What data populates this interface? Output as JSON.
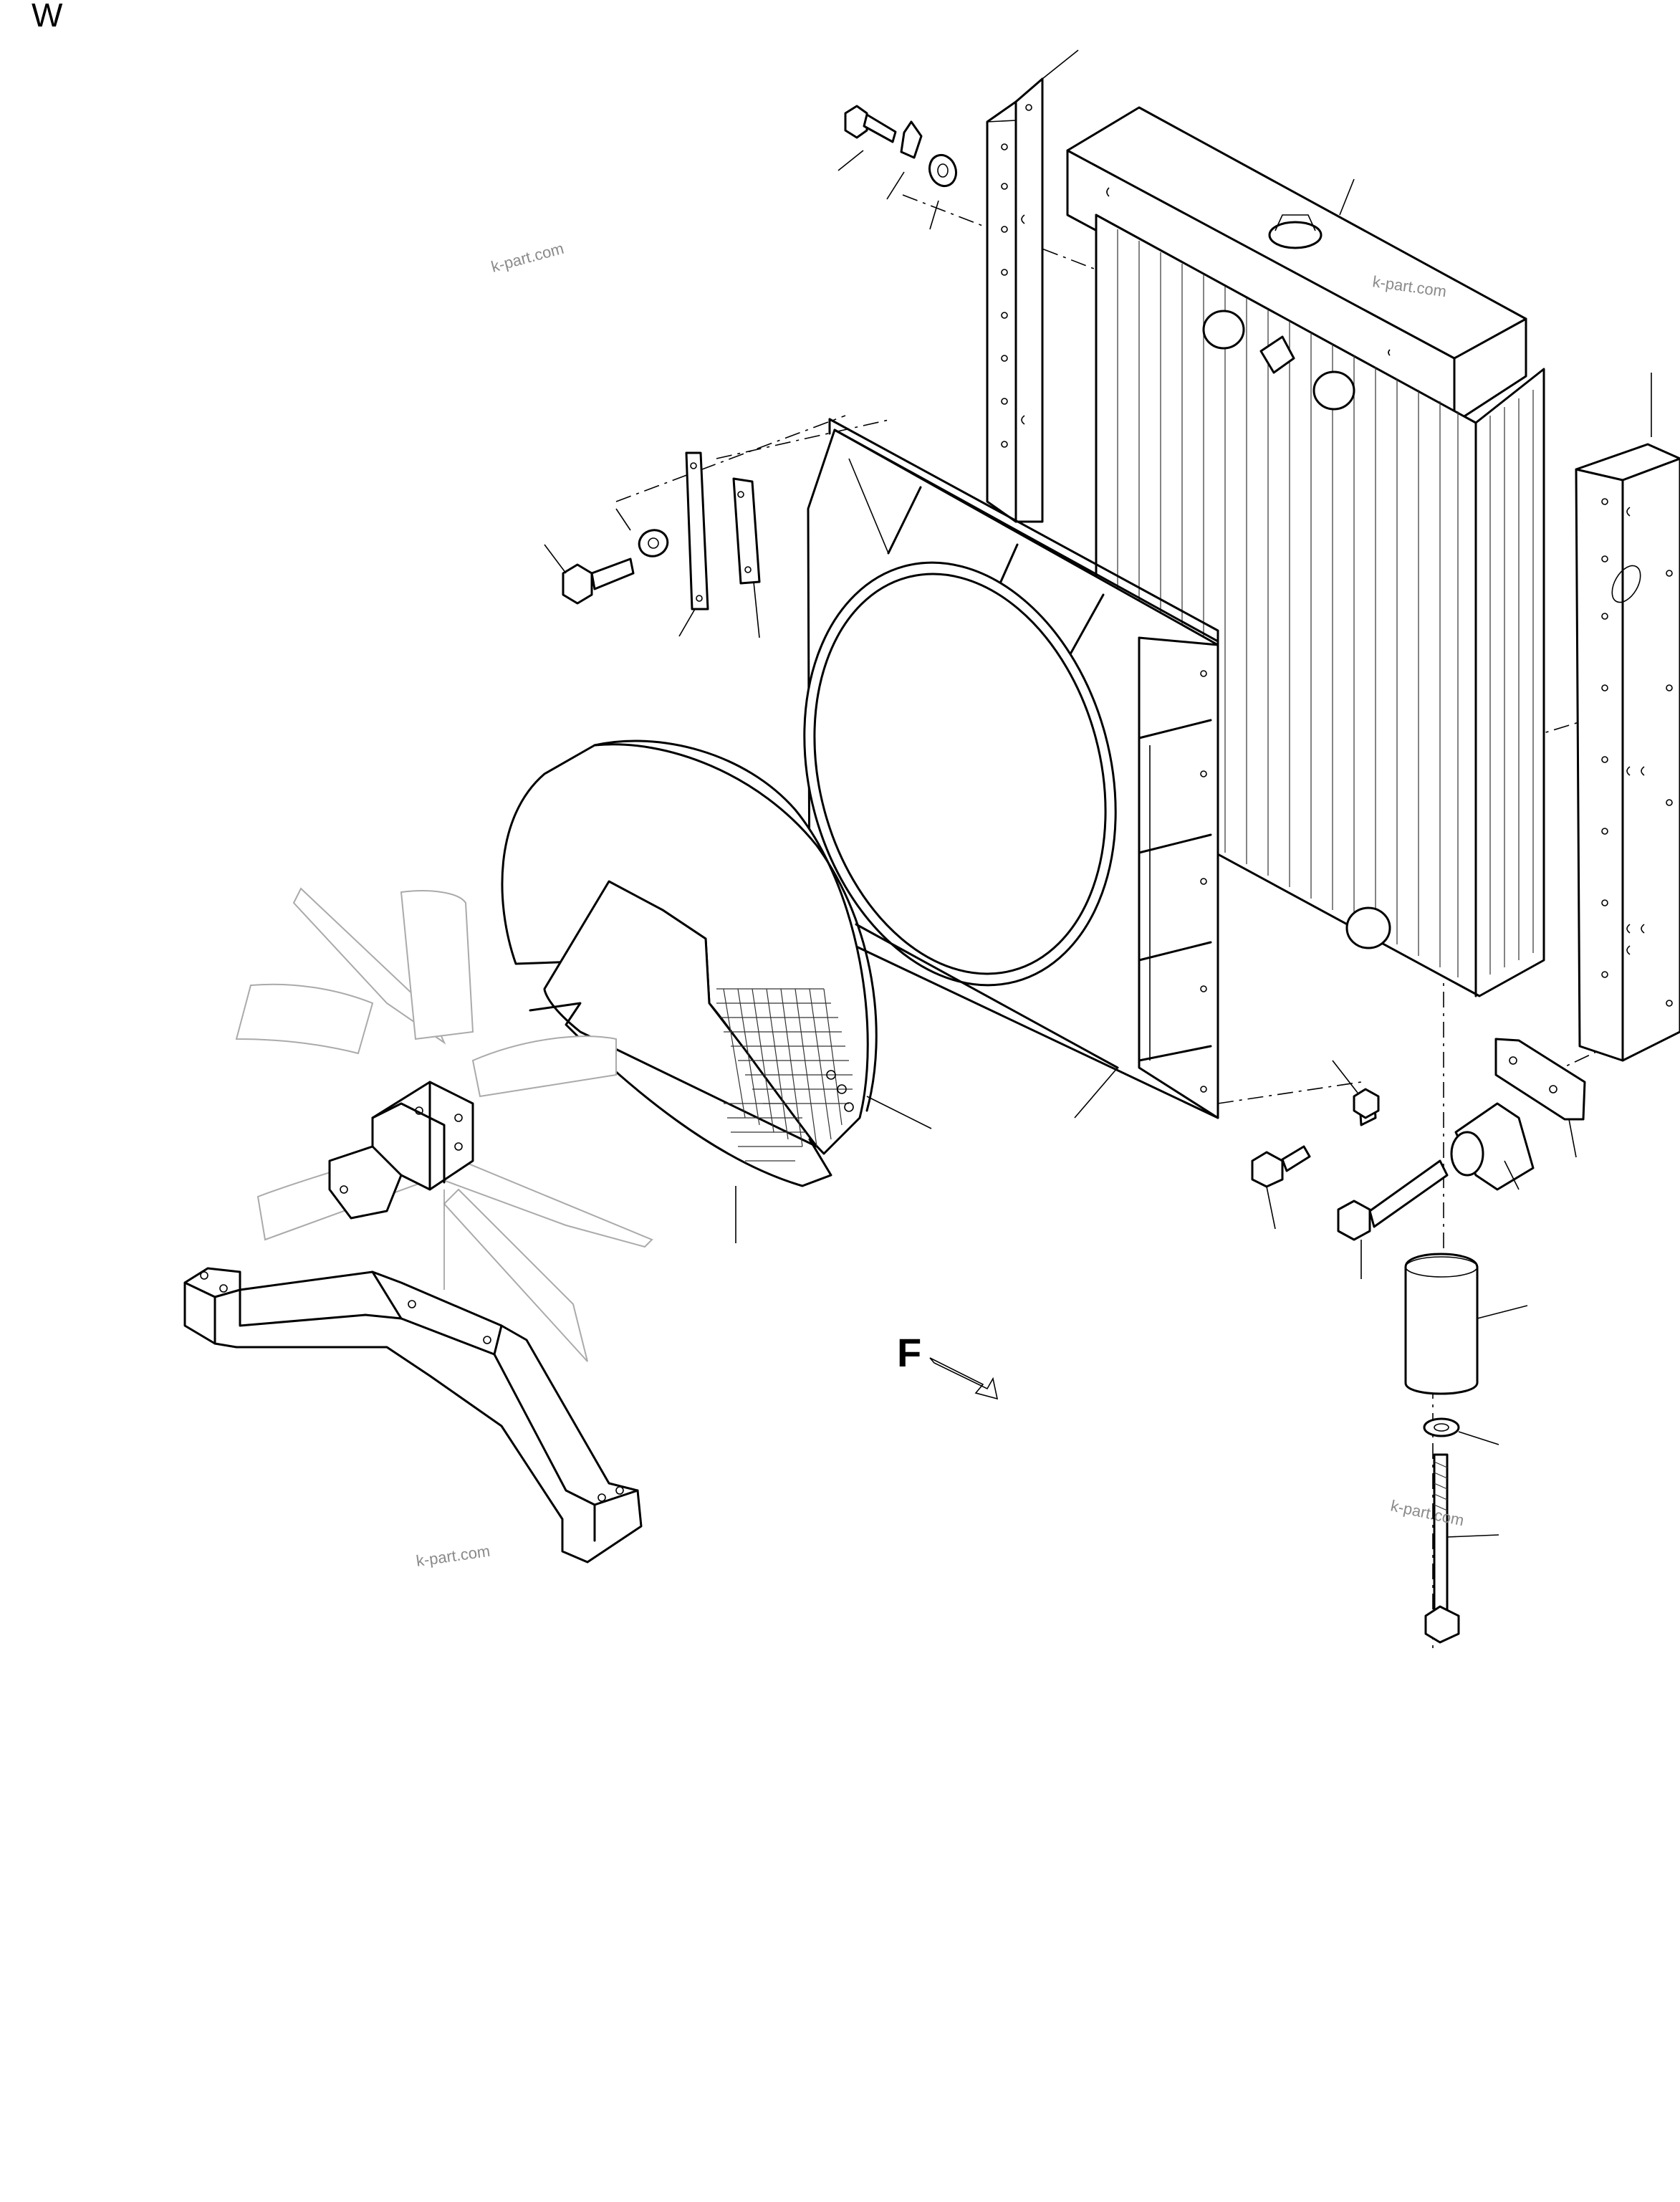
{
  "diagram": {
    "corner_letter": "W",
    "direction_label": "F",
    "watermarks": [
      "k-part.com",
      "k-part.com",
      "k-part.com",
      "k-part.com"
    ]
  },
  "parts": [
    {
      "name": "radiator-core",
      "icon": "radiator-icon"
    },
    {
      "name": "side-bracket-left",
      "icon": "bracket-icon"
    },
    {
      "name": "side-bracket-right",
      "icon": "bracket-icon"
    },
    {
      "name": "fan-shroud",
      "icon": "shroud-icon"
    },
    {
      "name": "fan-guard",
      "icon": "guard-icon"
    },
    {
      "name": "cooling-fan",
      "icon": "fan-icon"
    },
    {
      "name": "fan-support-frame",
      "icon": "frame-icon"
    },
    {
      "name": "mounting-bolts",
      "icon": "bolt-icon"
    },
    {
      "name": "washers",
      "icon": "washer-icon"
    },
    {
      "name": "rubber-mounts",
      "icon": "mount-icon"
    }
  ]
}
